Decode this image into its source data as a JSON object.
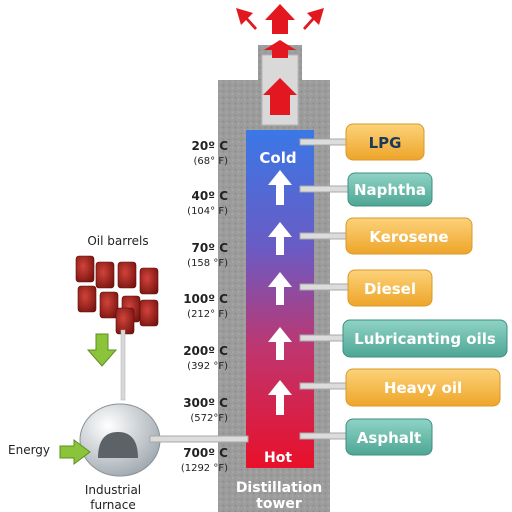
{
  "top_labels": {
    "cold": "Cold",
    "hot": "Hot"
  },
  "temperatures": [
    {
      "c": "20º C",
      "f": "(68° F)"
    },
    {
      "c": "40º C",
      "f": "(104° F)"
    },
    {
      "c": "70º C",
      "f": "(158 °F)"
    },
    {
      "c": "100º C",
      "f": "(212° F)"
    },
    {
      "c": "200º C",
      "f": "(392 °F)"
    },
    {
      "c": "300º C",
      "f": "(572°F)"
    },
    {
      "c": "700º C",
      "f": "(1292 °F)"
    }
  ],
  "products": [
    {
      "label": "LPG",
      "color": "orange"
    },
    {
      "label": "Naphtha",
      "color": "teal"
    },
    {
      "label": "Kerosene",
      "color": "orange"
    },
    {
      "label": "Diesel",
      "color": "orange"
    },
    {
      "label": "Lubricanting oils",
      "color": "teal"
    },
    {
      "label": "Heavy oil",
      "color": "orange"
    },
    {
      "label": "Asphalt",
      "color": "teal"
    }
  ],
  "oil_barrels_label": "Oil barrels",
  "energy_label": "Energy",
  "furnace_label": "Industrial furnace",
  "tower_label": "Distillation tower",
  "colors": {
    "orange_fill": "#f5b942",
    "teal_fill": "#63b6a6",
    "tower_cold": "#3a78e6",
    "tower_hot": "#e8102a",
    "stone": "#9b9b9b"
  }
}
